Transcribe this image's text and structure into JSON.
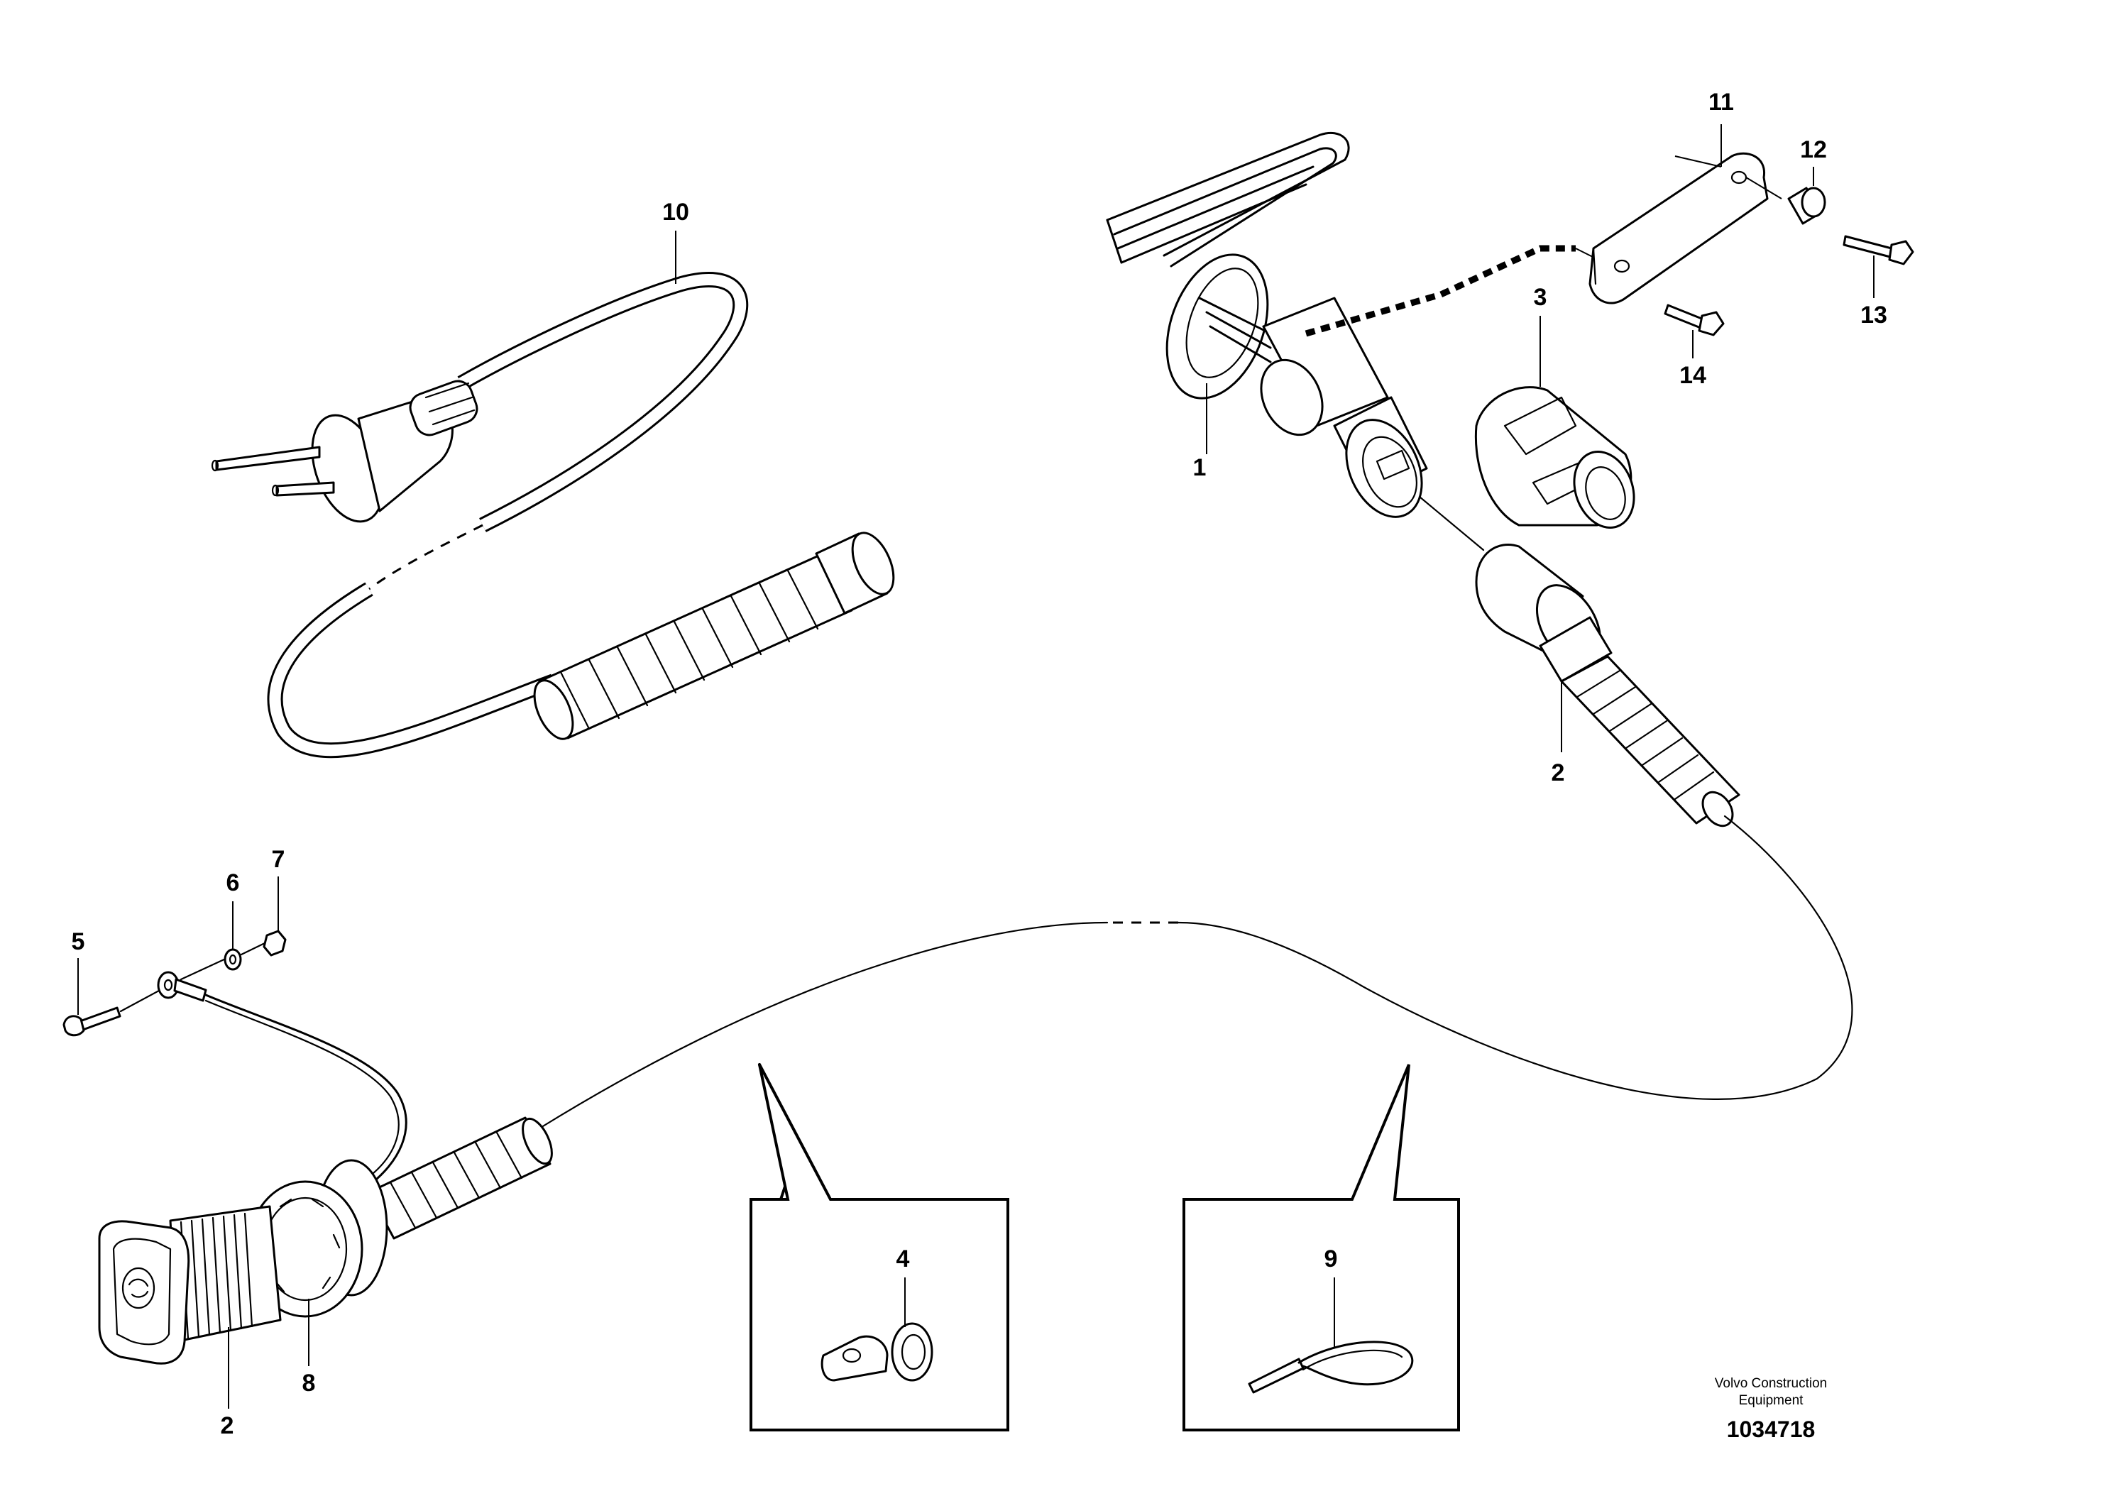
{
  "callouts": {
    "c1": "1",
    "c2_right": "2",
    "c2_left": "2",
    "c3": "3",
    "c4": "4",
    "c5": "5",
    "c6": "6",
    "c7": "7",
    "c8": "8",
    "c9": "9",
    "c10": "10",
    "c11": "11",
    "c12": "12",
    "c13": "13",
    "c14": "14"
  },
  "credit": {
    "line1": "Volvo Construction",
    "line2": "Equipment"
  },
  "document_number": "1034718",
  "colors": {
    "line": "#000000",
    "background": "#ffffff"
  }
}
